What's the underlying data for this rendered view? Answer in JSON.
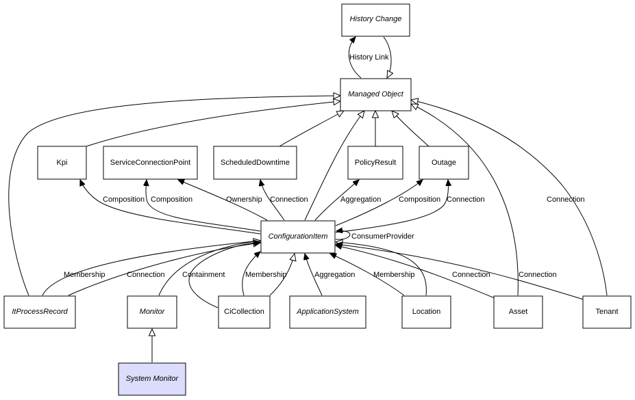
{
  "diagram": {
    "nodes": {
      "history_change": {
        "label": "History Change",
        "italic": true
      },
      "managed_object": {
        "label": "Managed Object",
        "italic": true
      },
      "kpi": {
        "label": "Kpi",
        "italic": false
      },
      "service_connection_point": {
        "label": "ServiceConnectionPoint",
        "italic": false
      },
      "scheduled_downtime": {
        "label": "ScheduledDowntime",
        "italic": false
      },
      "policy_result": {
        "label": "PolicyResult",
        "italic": false
      },
      "outage": {
        "label": "Outage",
        "italic": false
      },
      "configuration_item": {
        "label": "ConfigurationItem",
        "italic": true
      },
      "it_process_record": {
        "label": "ItProcessRecord",
        "italic": true
      },
      "monitor": {
        "label": "Monitor",
        "italic": true
      },
      "ci_collection": {
        "label": "CiCollection",
        "italic": false
      },
      "application_system": {
        "label": "ApplicationSystem",
        "italic": true
      },
      "location": {
        "label": "Location",
        "italic": false
      },
      "asset": {
        "label": "Asset",
        "italic": false
      },
      "tenant": {
        "label": "Tenant",
        "italic": false
      },
      "system_monitor": {
        "label": "System Monitor",
        "italic": true,
        "highlight_color": "#dcdcfc"
      }
    },
    "edge_labels": {
      "history_link": "History Link",
      "composition_kpi": "Composition",
      "composition_scp": "Composition",
      "ownership": "Ownership",
      "connection_sd": "Connection",
      "aggregation_pr": "Aggregation",
      "composition_outage": "Composition",
      "connection_outage": "Connection",
      "connection_mo": "Connection",
      "consumer_provider": "ConsumerProvider",
      "membership_ipr": "Membership",
      "connection_ipr": "Connection",
      "containment": "Containment",
      "membership_cic": "Membership",
      "aggregation_as": "Aggregation",
      "membership_loc": "Membership",
      "connection_asset": "Connection",
      "connection_tenant": "Connection"
    }
  }
}
